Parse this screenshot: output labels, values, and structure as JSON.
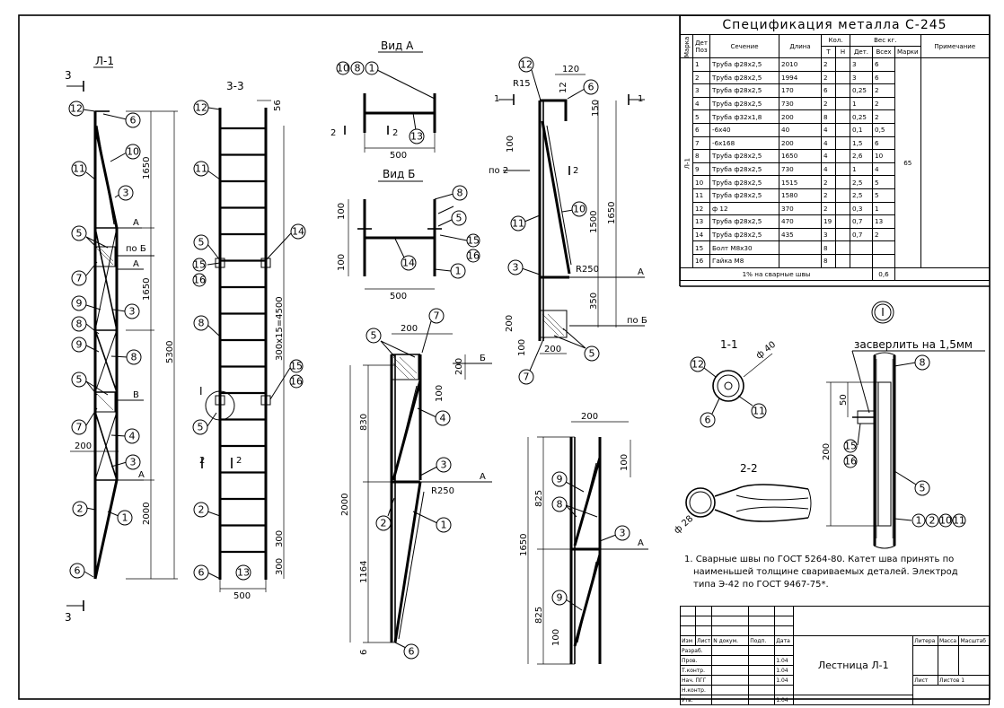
{
  "views": {
    "l1_title": "Л-1",
    "section33_title": "3-3",
    "cut_mark": "3",
    "view_a_title": "Вид А",
    "view_b_title": "Вид Б",
    "node_title": "I",
    "sec11_title": "1-1",
    "sec22_title": "2-2",
    "drill_note": "засверлить на 1,5мм"
  },
  "dims": {
    "d1650a": "1650",
    "d1650b": "1650",
    "d2000": "2000",
    "d5300": "5300",
    "d200": "200",
    "d56": "56",
    "d300x15": "300х15=4500",
    "d300a": "300",
    "d300b": "300",
    "d500": "500",
    "va500": "500",
    "vb500": "500",
    "vb100a": "100",
    "vb100b": "100",
    "s120": "120",
    "sR15": "R15",
    "s12": "12",
    "s150": "150",
    "s100": "100",
    "s1650": "1650",
    "s1500": "1500",
    "sR250": "R250",
    "s350": "350",
    "s200": "200",
    "s100b": "100",
    "s200b": "200",
    "m200": "200",
    "m200v": "200",
    "m100": "100",
    "m830": "830",
    "m2000": "2000",
    "m1164": "1164",
    "mR250": "R250",
    "m6": "6",
    "r200": "200",
    "r100": "100",
    "r825a": "825",
    "r1650": "1650",
    "r825b": "825",
    "r100b": "100",
    "n50": "50",
    "n200": "200",
    "phi40": "ф 40",
    "phi28": "ф 28"
  },
  "letters": {
    "A": "A",
    "po_B": "по Б",
    "B": "В",
    "Bcyr": "Б",
    "po_2": "по 2",
    "I": "I",
    "one": "1",
    "two": "2"
  },
  "spec": {
    "title": "Спецификация     металла  С-245",
    "headers": {
      "marka": "Марка",
      "det": "Дет",
      "poz": "Поз",
      "sechenie": "Сечение",
      "dlina": "Длина",
      "kol": "Кол.",
      "t": "Т",
      "n": "Н",
      "ves": "Вес  кг.",
      "det2": "Дет.",
      "vsex": "Всех",
      "marki": "Марки",
      "prim": "Примечание"
    },
    "mark": "Л-1",
    "mark_weight": "65",
    "rows": [
      {
        "poz": "1",
        "sec": "Труба ф28х2,5",
        "len": "2010",
        "t": "2",
        "n": "",
        "det": "3",
        "all": "6"
      },
      {
        "poz": "2",
        "sec": "Труба ф28х2,5",
        "len": "1994",
        "t": "2",
        "n": "",
        "det": "3",
        "all": "6"
      },
      {
        "poz": "3",
        "sec": "Труба ф28х2,5",
        "len": "170",
        "t": "6",
        "n": "",
        "det": "0,25",
        "all": "2"
      },
      {
        "poz": "4",
        "sec": "Труба ф28х2,5",
        "len": "730",
        "t": "2",
        "n": "",
        "det": "1",
        "all": "2"
      },
      {
        "poz": "5",
        "sec": "Труба ф32х1,8",
        "len": "200",
        "t": "8",
        "n": "",
        "det": "0,25",
        "all": "2"
      },
      {
        "poz": "6",
        "sec": "-6х40",
        "len": "40",
        "t": "4",
        "n": "",
        "det": "0,1",
        "all": "0,5"
      },
      {
        "poz": "7",
        "sec": "-6х168",
        "len": "200",
        "t": "4",
        "n": "",
        "det": "1,5",
        "all": "6"
      },
      {
        "poz": "8",
        "sec": "Труба ф28х2,5",
        "len": "1650",
        "t": "4",
        "n": "",
        "det": "2,6",
        "all": "10"
      },
      {
        "poz": "9",
        "sec": "Труба ф28х2,5",
        "len": "730",
        "t": "4",
        "n": "",
        "det": "1",
        "all": "4"
      },
      {
        "poz": "10",
        "sec": "Труба ф28х2,5",
        "len": "1515",
        "t": "2",
        "n": "",
        "det": "2,5",
        "all": "5"
      },
      {
        "poz": "11",
        "sec": "Труба ф28х2,5",
        "len": "1580",
        "t": "2",
        "n": "",
        "det": "2,5",
        "all": "5"
      },
      {
        "poz": "12",
        "sec": "ф 12",
        "len": "370",
        "t": "2",
        "n": "",
        "det": "0,3",
        "all": "1"
      },
      {
        "poz": "13",
        "sec": "Труба ф28х2,5",
        "len": "470",
        "t": "19",
        "n": "",
        "det": "0,7",
        "all": "13"
      },
      {
        "poz": "14",
        "sec": "Труба ф28х2,5",
        "len": "435",
        "t": "3",
        "n": "",
        "det": "0,7",
        "all": "2"
      },
      {
        "poz": "15",
        "sec": "Болт М8х30",
        "len": "",
        "t": "8",
        "n": "",
        "det": "",
        "all": ""
      },
      {
        "poz": "16",
        "sec": "Гайка М8",
        "len": "",
        "t": "8",
        "n": "",
        "det": "",
        "all": ""
      }
    ],
    "weld_label": "1% на сварные швы",
    "weld_value": "0,6"
  },
  "notes": {
    "line1": "1. Сварные швы по ГОСТ 5264-80. Катет шва принять по",
    "line2": "наименьшей толщине свариваемых деталей. Электрод",
    "line3": "типа Э-42 по ГОСТ 9467-75*."
  },
  "stamp": {
    "title": "Лестница Л-1",
    "litera": "Литера",
    "massa": "Масса",
    "masshtab": "Масштаб",
    "list": "Лист",
    "listov": "Листов 1",
    "izm": "Изм",
    "list2": "Лист",
    "ndok": "N докум.",
    "podp": "Подп.",
    "data": "Дата",
    "razrab": "Разраб.",
    "prov": "Пров.",
    "tkontr": "Т.контр.",
    "nachpgp": "Нач. ПГГ",
    "nkontr": "Н.контр.",
    "utv": "Утв.",
    "d1": "1.04",
    "d2": "1.04",
    "d3": "1.04",
    "d4": "1.04"
  }
}
